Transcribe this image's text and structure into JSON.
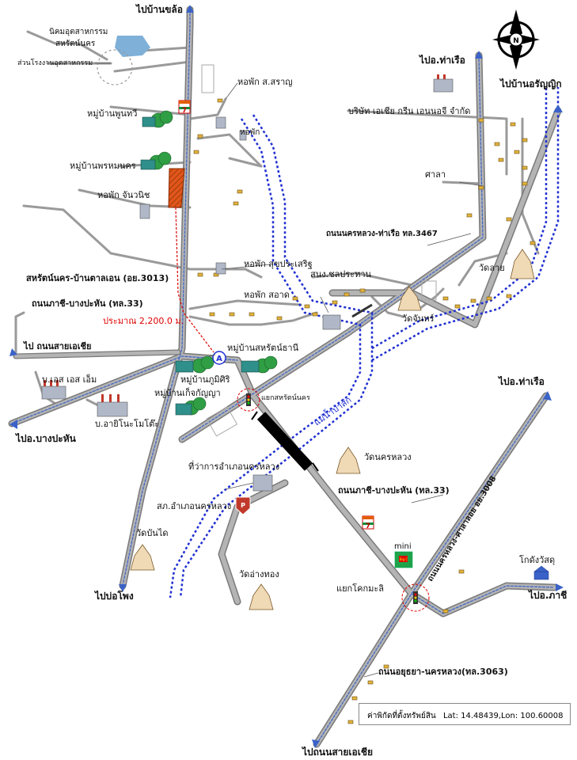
{
  "map": {
    "labels": {
      "to_ban_kholo": "ไปบ้านขล้อ",
      "industrial_estate": "นิคมอุตสาหกรรม",
      "industrial_estate_2": "สหรัตน์นคร",
      "industrial_plant": "ส่วนโรงงานอุตสาหกรรม",
      "to_tha_ruea_top": "ไปอ.ท่าเรือ",
      "to_ban_aranyik": "ไปบ้านอรัญญิก",
      "dorm_saran": "หอพัก ส.สราญ",
      "village_phunthawi": "หมู่บ้านพูนทวี",
      "dorm_small": "หอพัก",
      "asia_green": "บริษัท เอเชีย กรีน เอนนอจี จำกัด",
      "village_phromnakhon": "หมู่บ้านพรหมนคร",
      "sala": "ศาลา",
      "dorm_chanwanit": "หอพัก จันวนิช",
      "road_3467": "ถนนนครหลวง-ท่าเรือ ทล.3467",
      "road_3013": "สหรัตน์นคร-บ้านตาลเอน (อย.3013)",
      "dorm_suk": "หอพัก สุขประเสริฐ",
      "wat_lai": "วัดลาย",
      "sano_chon": "สนง.ชลประทาน",
      "dorm_sa_at": "หอพัก สอาด",
      "road_33_top": "ถนนภาชี-บางปะหัน (ทล.33)",
      "wat_chan": "วัดจันทร์",
      "distance": "ประมาณ 2,200.0 ม.",
      "to_asia_left": "ไป ถนนสายเอเชีย",
      "village_saharat": "หมู่บ้านสหรัตน์ธานี",
      "point_a": "A",
      "sslm": "บ.เอส เอส เอ็ม",
      "village_phumisiri": "หมู่บ้านภูมิศิริ",
      "village_ket": "หมู่บ้านเก็จกัญญา",
      "junction_saharat": "แยกสหรัตน์นคร",
      "to_tha_ruea_right": "ไปอ.ท่าเรือ",
      "ajinomoto": "บ.อายิโนะโมโต๊ะ",
      "pa_sak": "แม่น้ำป่าสัก",
      "to_bang_pahan": "ไปอ.บางปะหัน",
      "wat_nakhon_luang": "วัดนครหลวง",
      "district_office": "ที่ว่าการอำเภอนครหลวง",
      "road_33_mid": "ถนนภาชี-บางปะหัน (ทล.33)",
      "police": "สภ.อำเภอนครหลวง",
      "road_3008": "ถนนนครหลวง-ศาลาลอย อย.3008",
      "wat_bandai": "วัดบันได",
      "mini": "mini",
      "big_c": "Big C",
      "warehouse": "โกดังวัสดุ",
      "wat_ang_thong": "วัดอ่างทอง",
      "junction_khok": "แยกโคกมะลิ",
      "to_bo_phong": "ไปบ่อโพง",
      "to_phachi": "ไปอ.ภาชี",
      "road_3063": "ถนนอยุธยา-นครหลวง(ทล.3063)",
      "to_asia_bottom": "ไปถนนสายเอเชีย",
      "seven_eleven": "7",
      "police_sign": "P",
      "compass_n": "N"
    },
    "coord_box": {
      "label": "ค่าพิกัดที่ตั้งทรัพย์สิน",
      "value": "Lat: 14.48439,Lon: 100.60008"
    },
    "colors": {
      "road": "#a8a8a8",
      "road_outline": "#7a7a7a",
      "local_road": "#9a9a9a",
      "centerline": "#3a62c8",
      "river": "#1e2fd1",
      "bridge": "#000000",
      "plot": "#e0561b",
      "distance_line": "#e00000",
      "tree": "#2f9e44",
      "building": "#b0b8c8",
      "house": "#e3b23c"
    }
  }
}
